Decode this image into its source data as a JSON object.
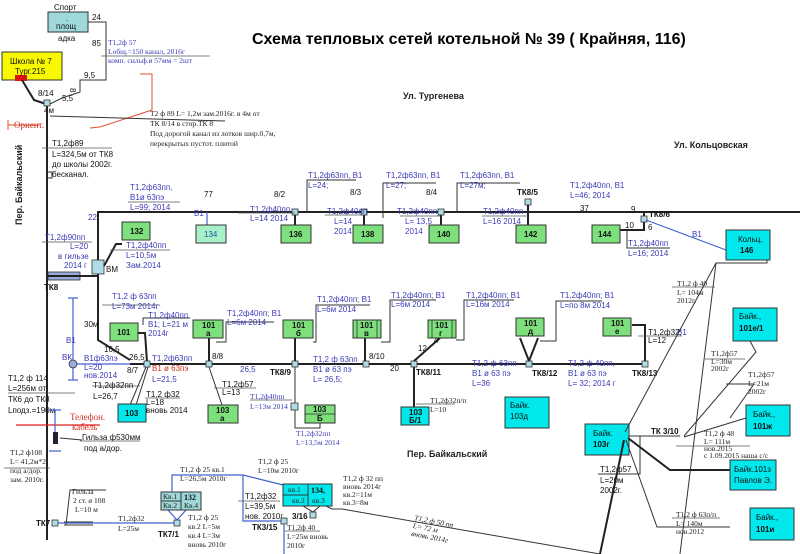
{
  "title": "Схема тепловых сетей котельной № 39 ( Крайняя, 116)",
  "colors": {
    "building_green": "#7de07d",
    "building_cyan": "#00e8ec",
    "school_yellow": "#f8f800",
    "sport_teal": "#9ed8d8",
    "water_line": "#4060d0",
    "phone_cable": "#e02020",
    "orient_line": "#e05030"
  },
  "streets": {
    "turgeneva": "Ул. Тургенева",
    "koltsovskaya": "Ул. Кольцовская",
    "baikalsky_vertical": "Пер. Байкальский",
    "baikalsky_horizontal": "Пер. Байкальский"
  },
  "buildings": {
    "sport": [
      "Спорт",
      ".",
      "площ",
      "адка"
    ],
    "school": [
      "Школа № 7",
      "Тург.215"
    ],
    "b132": "132",
    "b134": "134",
    "b136": "136",
    "b138": "138",
    "b140": "140",
    "b142": "142",
    "b144": "144",
    "b146": [
      "Кольц.",
      "146"
    ],
    "b101": "101",
    "b101a": [
      "101",
      "а"
    ],
    "b101b": [
      "101",
      "б"
    ],
    "b101v": [
      "101",
      "в"
    ],
    "b101g": [
      "101",
      "г"
    ],
    "b101d": [
      "101",
      "д"
    ],
    "b101e": [
      "101",
      "е"
    ],
    "b103": "103",
    "b103a": [
      "103",
      "а"
    ],
    "b103b": [
      "103",
      "Б"
    ],
    "b103_5_1": [
      "103",
      "Б/1"
    ],
    "b103d": [
      "Байк.",
      "103д"
    ],
    "b103g": [
      "Байк.",
      "103г"
    ],
    "b101e1": [
      "Байк.,",
      "101е/1"
    ],
    "b101zh": [
      "Байк.,",
      "101ж"
    ],
    "b101z": [
      "Байк.101з",
      "Павлов Э."
    ],
    "b101i": [
      "Байк.,",
      "101и"
    ],
    "b132kv": [
      "Кв.1",
      "Кв.2",
      "132",
      "Кв.4"
    ],
    "b134kv": [
      "кв.1",
      "кв.2",
      "134,",
      "кв.3"
    ]
  },
  "nodes": {
    "n8_14": "8/14",
    "n4m": "4м",
    "tk8": "ТК8",
    "vm": "ВМ",
    "n8_2": "8/2",
    "n8_3": "8/3",
    "n8_4": "8/4",
    "tk8_5": "ТК8/5",
    "tk8_6": "ТК8/6",
    "n8_7": "8/7",
    "n8_8": "8/8",
    "tk8_9": "ТК8/9",
    "n8_10": "8/10",
    "tk8_11": "ТК8/11",
    "tk8_12": "ТК8/12",
    "tk8_13": "ТК8/13",
    "tk3_10": "ТК 3/10",
    "tk7": "ТК7",
    "tk7_1": "ТК7/1",
    "tk3_15": "ТК3/15",
    "n3_16": "3/16",
    "vk": "ВК"
  },
  "distances": {
    "d24": "24",
    "d85": "85",
    "d9_5": "9,5",
    "d8": "8",
    "d5_5": "5,5",
    "d22": "22",
    "d77": "77",
    "d37": "37",
    "d9": "9",
    "d10": "10",
    "d6": "6",
    "d30m": "30м",
    "d16_5": "16,5",
    "d26_5a": "26,5",
    "d26_5b": "26,5",
    "d20": "20",
    "d12": "12",
    "d4": "4"
  },
  "labels": {
    "sport_pipe": [
      "Т1,2ф 57",
      "Lобщ.=150   канал,  2016г",
      "комп. сильф.ø 57мм = 2шт"
    ],
    "tk8_14_note": [
      "Т2 ф 89  L= 1,2м   зам.2016г. в 4м от",
      "ТК 8/14 в стор.ТК 8",
      "Под дорогой канал из лотков шир.0,7м,",
      "перекрытых пустот. плитой"
    ],
    "orient": "Ориент.",
    "school_main": [
      "Т1,2ф89",
      "L=324,5м от ТК8",
      "до школы  2002г.",
      "бесканал."
    ],
    "branch_top": [
      "Т1,2ф63пп,",
      "В1ø 63пэ",
      "L=99; 2014"
    ],
    "b134_w": "В1",
    "tk8_90": [
      "Т1,2ф90пп",
      "L=20",
      "в гильзе",
      "2014 г"
    ],
    "b132_pipe": [
      "Т1,2ф40пп",
      "L=10,5м",
      "Зам.2014"
    ],
    "b136_pipe": [
      "Т1,2ф40пп",
      "L=14   2014"
    ],
    "seg_8_2": [
      "Т1,2ф63пп, В1",
      "L=24;"
    ],
    "b138_pipe": [
      "Т1,2ф40пп",
      "L=14",
      "2014"
    ],
    "seg_8_3": [
      "Т1,2ф63пп, В1",
      "L=27;"
    ],
    "b140_pipe": [
      "Т1,2ф40пп",
      "L= 13,5",
      "2014"
    ],
    "seg_8_4": [
      "Т1,2ф63пп, В1",
      "L=27м;"
    ],
    "b142_pipe": [
      "Т1,2ф40пп",
      "L=16   2014"
    ],
    "seg_8_5": [
      "Т1,2ф40пп, В1",
      "L=46; 2014"
    ],
    "b144_pipe": [
      "Т1,2ф40пп",
      "L=16; 2014"
    ],
    "b146_w": "В1",
    "down_63": [
      "Т1,2 ф 63пп",
      "L=73м  2014г"
    ],
    "b101_pipe": [
      "Т1,2ф40пп",
      "В1; L=21 м",
      "2014г"
    ],
    "w_b1": "В1",
    "vk_pipe": [
      "В1ф63пэ",
      "L=20",
      "нов.2014"
    ],
    "seg_8_7_t": "Т1,2ф63пп",
    "seg_8_7_w": "В1 ø 63пэ",
    "seg_8_7_l": "L=21,5",
    "b103_pipe32": [
      "Т1,2ф32пп",
      "L=26,7"
    ],
    "b103_pipe": [
      "Т1,2 ф32",
      "L=18",
      "вновь 2014"
    ],
    "main_114": [
      "Т1,2 ф 114",
      "L=256м от",
      "ТК6 до ТК8",
      "Lподз.=190м"
    ],
    "phone": [
      "Телефон.",
      "кабель"
    ],
    "b101a_pipe": [
      "Т1,2ф40пп; В1",
      "L=6м  2014"
    ],
    "b103a_pipe": [
      "Т1,2ф57",
      "L=13"
    ],
    "b101b_pipe": [
      "Т1,2ф40пп; В1",
      "L=6м  2014"
    ],
    "seg_8_9": [
      "Т1,2 ф 63пп",
      "В1 ø 63 пэ",
      "L= 26,5;"
    ],
    "b103b_pipe40": [
      "Т1,2ф40пп",
      "L=13м  2014"
    ],
    "b103b_pipe32": [
      "Т1,2ф32пп",
      "L=13,5м  2014"
    ],
    "b101v_pipe": [
      "Т1,2ф40пп; В1",
      "L=6м  2014"
    ],
    "b103_51_pipe": [
      "Т1,2ф32п/п",
      "L=10"
    ],
    "b101g_pipe": [
      "Т1,2ф40пп; В1",
      "L=16м  2014"
    ],
    "seg_8_11": [
      "Т1,2 ф 63пп",
      "В1 ø 63 пэ",
      "L=36"
    ],
    "b101d_pipe": [
      "Т1,2ф40пп; В1",
      "L=по 8м  2014"
    ],
    "seg_8_12": [
      "Т1,2 ф 40пп,",
      "В1 ø 63 пэ",
      "L= 32;  2014 г"
    ],
    "b101e_pipe": [
      "Т1,2ф32;",
      "В1",
      "L=12"
    ],
    "tk310_up": [
      "Т1,2 ф 40",
      "L= 104м",
      "2012г."
    ],
    "b101e1_pipe": [
      "Т1,2ф57",
      "L=30м",
      "2002г"
    ],
    "b101zh_pipe": [
      "Т1,2ф57",
      "L=21м",
      "2002г"
    ],
    "b101z_pipe": [
      "Т1,2 ф 48",
      "L= 111м",
      "нов.2015",
      "с 1.09.2015  наша с/с"
    ],
    "b103g_pipe": [
      "Т1,2ф57",
      "L=20м",
      "2002г."
    ],
    "b101i_pipe": [
      "Т1,2 ф 63п/п",
      "L= 140м",
      "нов.2012"
    ],
    "sleeve530": [
      "Гильза ф530мм",
      "под а/дор."
    ],
    "main_108": [
      "Т1,2 ф108",
      "L= 41,2м*2",
      "под а/дор.",
      "зам.  2010г."
    ],
    "sleeve108": [
      "Гильза",
      "2 ст. ø 108",
      "L=10 м"
    ],
    "tk7_pipe": [
      "Т1,2ф32",
      "L=25м"
    ],
    "b132_kv1": [
      "Т1,2 ф 25  кв.1",
      "L=26,5м   2010г"
    ],
    "b132_kv2": [
      "Т1,2 ф 25",
      "кв.2  L=5м",
      "кв.4  L=3м",
      "вновь 2010г"
    ],
    "tk315_up": [
      "Т1,2 ф 25",
      "L=10м  2010г"
    ],
    "tk315_pipe32": [
      "Т1,2ф32",
      "L=39,5м",
      "нов. 2010г"
    ],
    "tk315_pipe40": [
      "Т1,2ф 40",
      "L=25м  вновь",
      "2010г"
    ],
    "b134_pipe": [
      "Т1,2 ф 32 пп",
      "вновь 2014г",
      "кв.2=11м",
      "кв.3=8м"
    ],
    "diag_50": [
      "Т1,2 ф 50 пп",
      "L= 72 м",
      "вновь 2014г"
    ]
  }
}
